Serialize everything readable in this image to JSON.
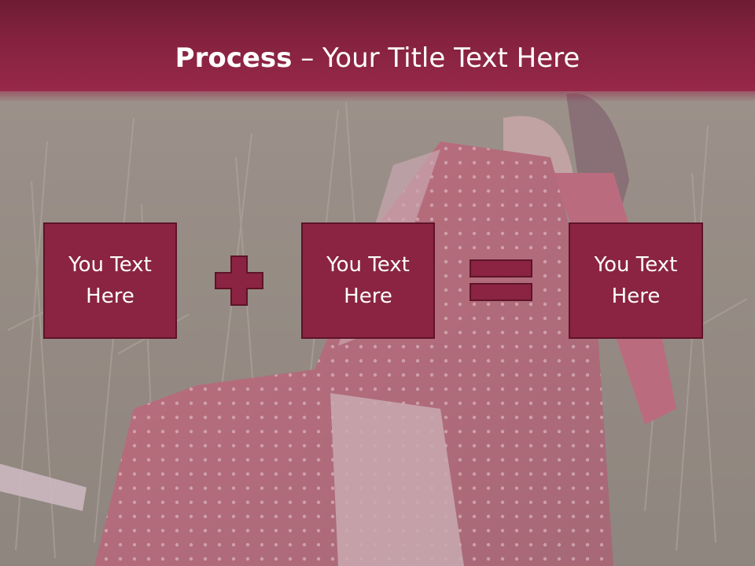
{
  "slide": {
    "title_bold": "Process",
    "title_dash": " – ",
    "title_rest": "Your Title Text Here",
    "boxes": [
      {
        "label": "You Text Here"
      },
      {
        "label": "You Text Here"
      },
      {
        "label": "You Text Here"
      }
    ],
    "operators": [
      "plus-icon",
      "equals-icon"
    ]
  },
  "colors": {
    "title_bar": "#85223f",
    "box_fill": "#8a2442",
    "box_border": "#5e1329",
    "text": "#ffffff"
  }
}
